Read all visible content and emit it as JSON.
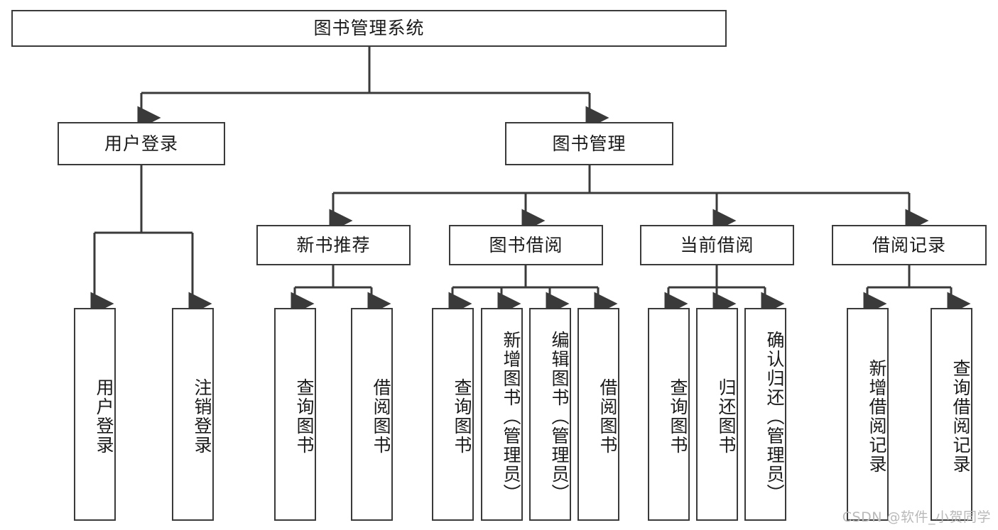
{
  "diagram": {
    "title": "图书管理系统",
    "type": "hierarchy-tree",
    "watermark": "CSDN @软件_小贺同学",
    "colors": {
      "background": "#ffffff",
      "box_border": "#3a3a3a",
      "connector": "#3a3a3a",
      "text": "#1a1a1a",
      "watermark": "#b9b9b9"
    },
    "levels": [
      {
        "level": 1,
        "nodes": [
          {
            "id": "root",
            "label": "图书管理系统",
            "orientation": "horizontal"
          }
        ]
      },
      {
        "level": 2,
        "nodes": [
          {
            "id": "user-login",
            "label": "用户登录",
            "orientation": "horizontal",
            "parent": "root"
          },
          {
            "id": "book-manage",
            "label": "图书管理",
            "orientation": "horizontal",
            "parent": "root"
          }
        ]
      },
      {
        "level": 3,
        "nodes": [
          {
            "id": "new-book-rec",
            "label": "新书推荐",
            "orientation": "horizontal",
            "parent": "book-manage"
          },
          {
            "id": "book-borrow",
            "label": "图书借阅",
            "orientation": "horizontal",
            "parent": "book-manage"
          },
          {
            "id": "current-borrow",
            "label": "当前借阅",
            "orientation": "horizontal",
            "parent": "book-manage"
          },
          {
            "id": "borrow-record",
            "label": "借阅记录",
            "orientation": "horizontal",
            "parent": "book-manage"
          }
        ]
      },
      {
        "level": 4,
        "nodes": [
          {
            "id": "leaf-user-login",
            "label": "用户登录",
            "orientation": "vertical",
            "parent": "user-login"
          },
          {
            "id": "leaf-logout",
            "label": "注销登录",
            "orientation": "vertical",
            "parent": "user-login"
          },
          {
            "id": "leaf-query-book-1",
            "label": "查询图书",
            "orientation": "vertical",
            "parent": "new-book-rec"
          },
          {
            "id": "leaf-borrow-book-1",
            "label": "借阅图书",
            "orientation": "vertical",
            "parent": "new-book-rec"
          },
          {
            "id": "leaf-query-book-2",
            "label": "查询图书",
            "orientation": "vertical",
            "parent": "book-borrow"
          },
          {
            "id": "leaf-add-book",
            "label": "新增图书（管理员）",
            "orientation": "vertical",
            "parent": "book-borrow"
          },
          {
            "id": "leaf-edit-book",
            "label": "编辑图书（管理员）",
            "orientation": "vertical",
            "parent": "book-borrow"
          },
          {
            "id": "leaf-borrow-book-2",
            "label": "借阅图书",
            "orientation": "vertical",
            "parent": "book-borrow"
          },
          {
            "id": "leaf-query-book-3",
            "label": "查询图书",
            "orientation": "vertical",
            "parent": "current-borrow"
          },
          {
            "id": "leaf-return-book",
            "label": "归还图书",
            "orientation": "vertical",
            "parent": "current-borrow"
          },
          {
            "id": "leaf-confirm-return",
            "label": "确认归还（管理员）",
            "orientation": "vertical",
            "parent": "current-borrow"
          },
          {
            "id": "leaf-add-record",
            "label": "新增借阅记录",
            "orientation": "vertical",
            "parent": "borrow-record"
          },
          {
            "id": "leaf-query-record",
            "label": "查询借阅记录",
            "orientation": "vertical",
            "parent": "borrow-record"
          }
        ]
      }
    ]
  }
}
